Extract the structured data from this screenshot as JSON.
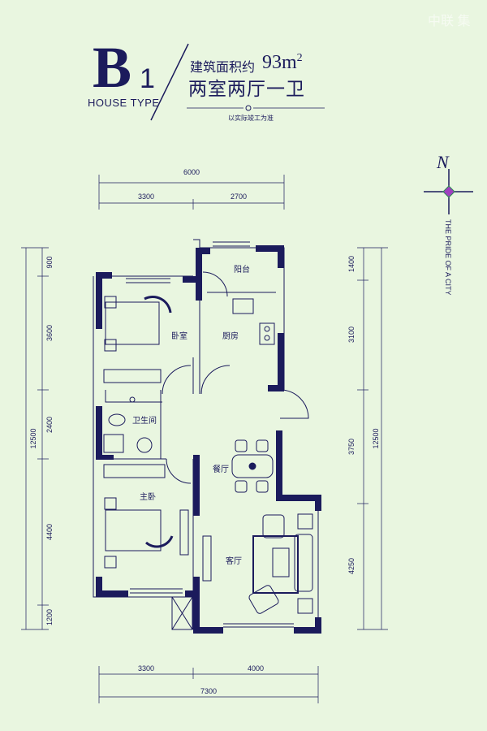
{
  "header": {
    "type_letter": "B",
    "type_number": "1",
    "type_caption": "HOUSE TYPE",
    "area_label": "建筑面积约",
    "area_value": "93m",
    "area_unit_sup": "2",
    "layout_desc": "两室两厅一卫",
    "note": "以实际竣工为准"
  },
  "watermark": "中联 集",
  "compass": {
    "north": "N",
    "caption": "THE PRIDE OF A CITY"
  },
  "rooms": {
    "balcony": "阳台",
    "bedroom": "卧室",
    "kitchen": "厨房",
    "bathroom": "卫生间",
    "dining": "餐厅",
    "master_bedroom": "主卧",
    "living": "客厅"
  },
  "dimensions": {
    "top_total": "6000",
    "top": [
      "3300",
      "2700"
    ],
    "left_total": "12500",
    "left": [
      "900",
      "3600",
      "2400",
      "4400",
      "1200"
    ],
    "right_total": "12500",
    "right": [
      "1400",
      "3100",
      "3750",
      "4250"
    ],
    "bottom": [
      "3300",
      "4000"
    ],
    "bottom_total": "7300"
  },
  "colors": {
    "background": "#e9f6e0",
    "line": "#1b1b5c"
  }
}
